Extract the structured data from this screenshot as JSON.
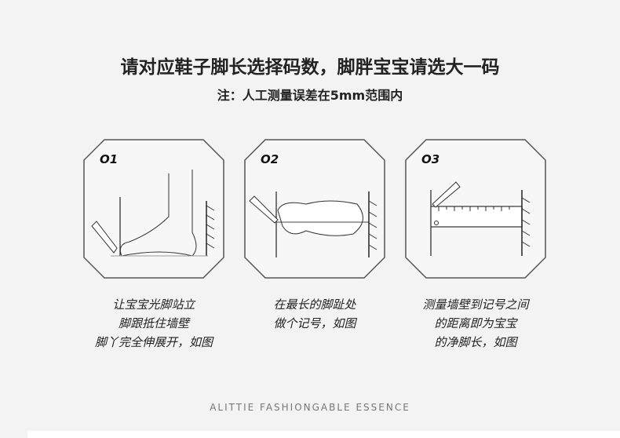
{
  "title": "请对应鞋子脚长选择码数，脚胖宝宝请选大一码",
  "subtitle": "注：人工测量误差在5mm范围内",
  "steps": [
    {
      "num": "O1",
      "lines": [
        "让宝宝光脚站立",
        "脚跟抵住墙壁",
        "脚丫完全伸展开，如图"
      ]
    },
    {
      "num": "O2",
      "lines": [
        "在最长的脚趾处",
        "做个记号，如图"
      ]
    },
    {
      "num": "O3",
      "lines": [
        "测量墙壁到记号之间",
        "的距离即为宝宝",
        "的净脚长，如图"
      ]
    }
  ],
  "footer": "ALITTIE FASHIONGABLE ESSENCE"
}
